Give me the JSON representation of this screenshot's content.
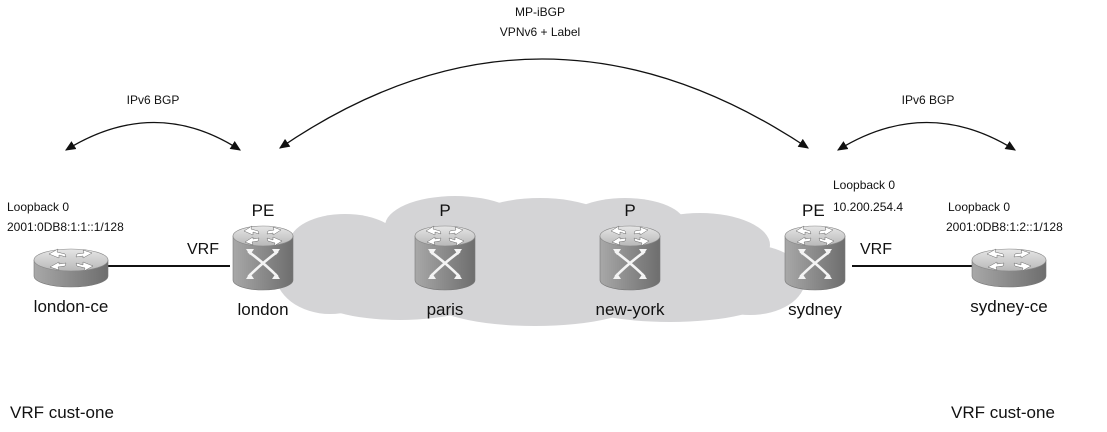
{
  "bgp_session": {
    "line1": "MP-iBGP",
    "line2": "VPNv6 + Label"
  },
  "left_bgp": {
    "label": "IPv6 BGP"
  },
  "right_bgp": {
    "label": "IPv6 BGP"
  },
  "routers": {
    "london_ce": {
      "name": "london-ce",
      "loopback_title": "Loopback 0",
      "loopback_addr": "2001:0DB8:1:1::1/128"
    },
    "london": {
      "name": "london",
      "role": "PE"
    },
    "paris": {
      "name": "paris",
      "role": "P"
    },
    "new_york": {
      "name": "new-york",
      "role": "P"
    },
    "sydney": {
      "name": "sydney",
      "role": "PE",
      "loopback_title": "Loopback 0",
      "loopback_addr": "10.200.254.4"
    },
    "sydney_ce": {
      "name": "sydney-ce",
      "loopback_title": "Loopback 0",
      "loopback_addr": "2001:0DB8:1:2::1/128"
    }
  },
  "links": {
    "left_vrf": "VRF",
    "right_vrf": "VRF"
  },
  "vrf_left": "VRF cust-one",
  "vrf_right": "VRF cust-one",
  "colors": {
    "cloud": "#d4d4d6",
    "router_body": "#8e8e8e",
    "router_top": "#c4c4c4",
    "line": "#111111"
  },
  "icons": {
    "router": "router-icon",
    "core_router": "layer3-switch-router-icon",
    "cloud": "mpls-cloud"
  }
}
